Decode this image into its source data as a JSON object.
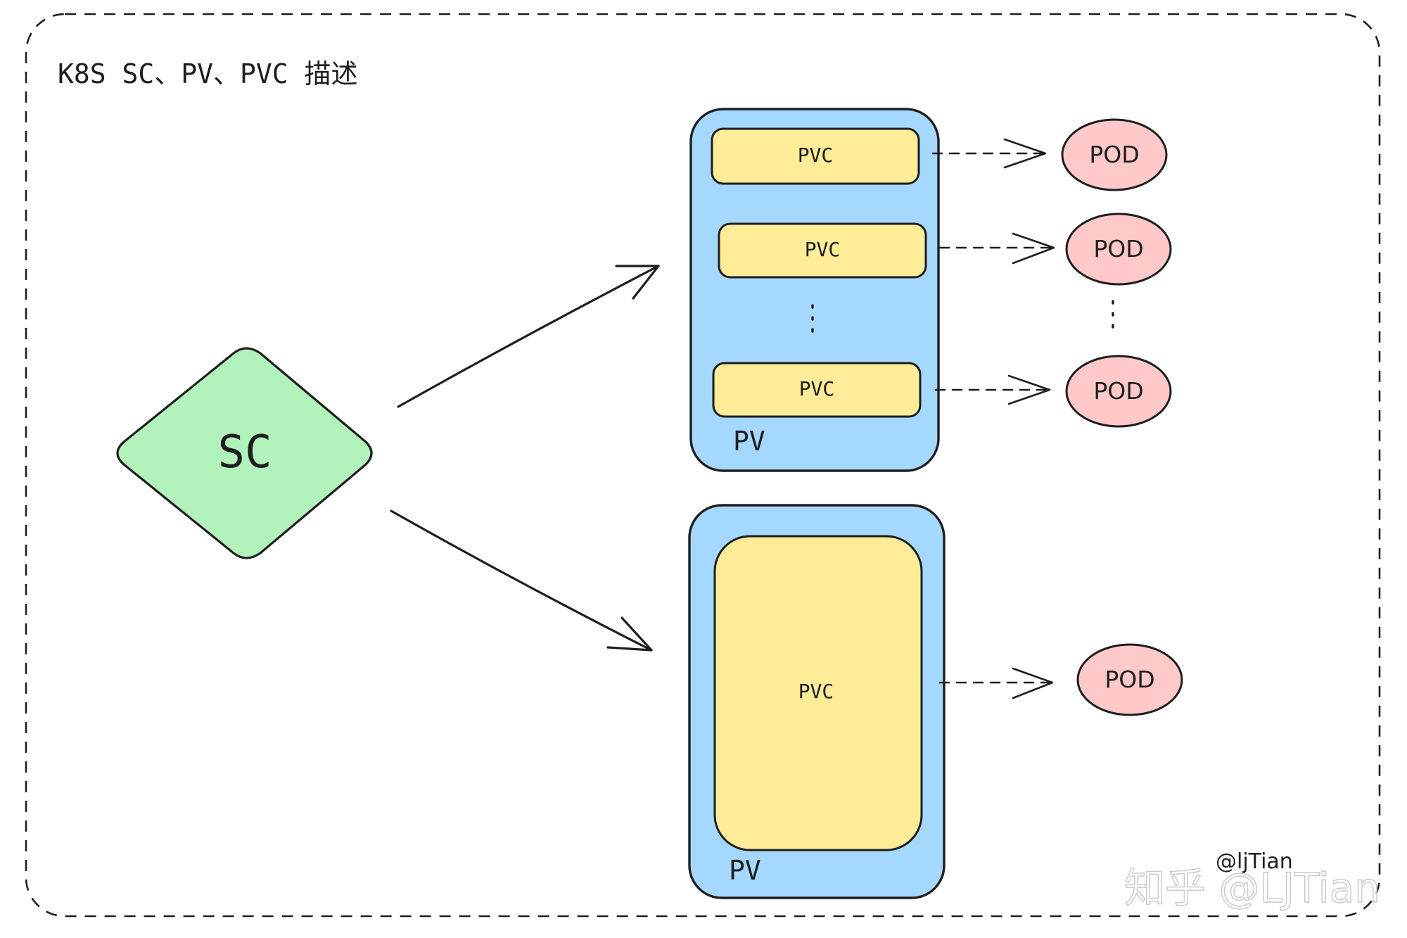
{
  "title": "K8S SC、PV、PVC 描述",
  "storage_class": {
    "label": "SC"
  },
  "volumes": [
    {
      "label": "PV",
      "claims": [
        {
          "label": "PVC",
          "pod": "POD"
        },
        {
          "label": "PVC",
          "pod": "POD"
        },
        {
          "label": "PVC",
          "pod": "POD"
        }
      ]
    },
    {
      "label": "PV",
      "claims": [
        {
          "label": "PVC",
          "pod": "POD"
        }
      ]
    }
  ],
  "watermark": {
    "handle": "@ljTian",
    "brand": "知乎 @LJTian"
  },
  "colors": {
    "sc_fill": "#b2f2bb",
    "pv_fill": "#a5d8ff",
    "pvc_fill": "#ffec99",
    "pod_fill": "#ffc9c9",
    "stroke": "#1e1e1e"
  }
}
